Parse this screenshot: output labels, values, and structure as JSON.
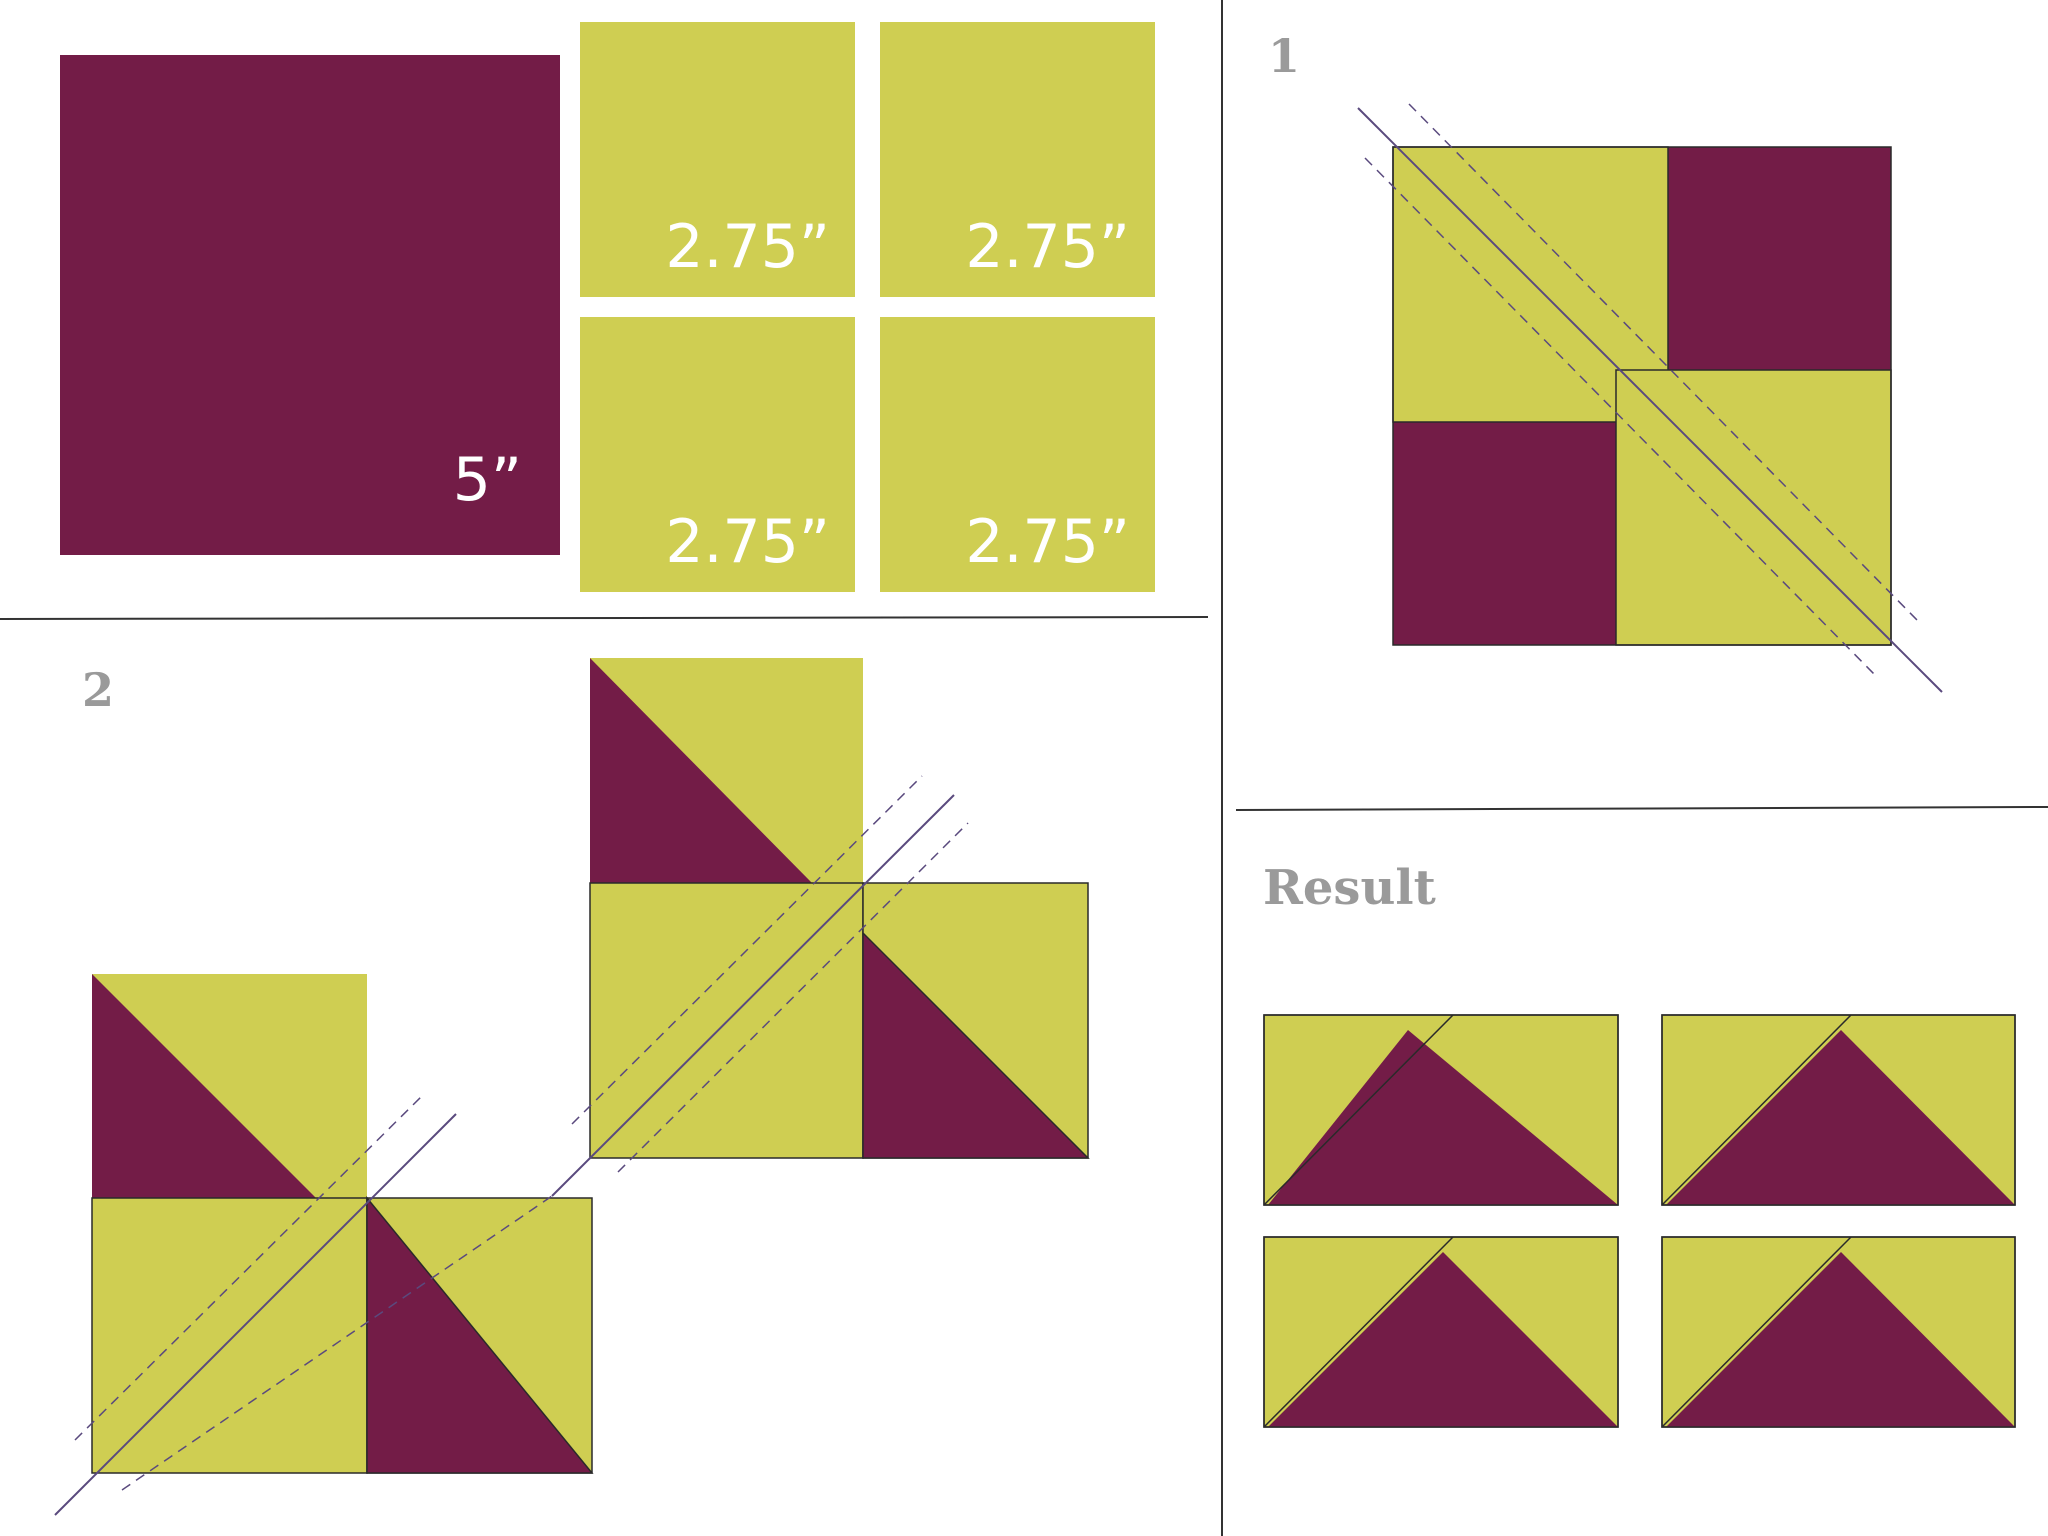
{
  "colors": {
    "plum": "#731C47",
    "lime": "#CFCE52",
    "line": "#5a4a7e",
    "label_gray": "#9a9a9a"
  },
  "cutting": {
    "large_square_label": "5”",
    "small_square_labels": [
      "2.75”",
      "2.75”",
      "2.75”",
      "2.75”"
    ]
  },
  "steps": {
    "step1_label": "1",
    "step2_label": "2",
    "result_label": "Result"
  }
}
